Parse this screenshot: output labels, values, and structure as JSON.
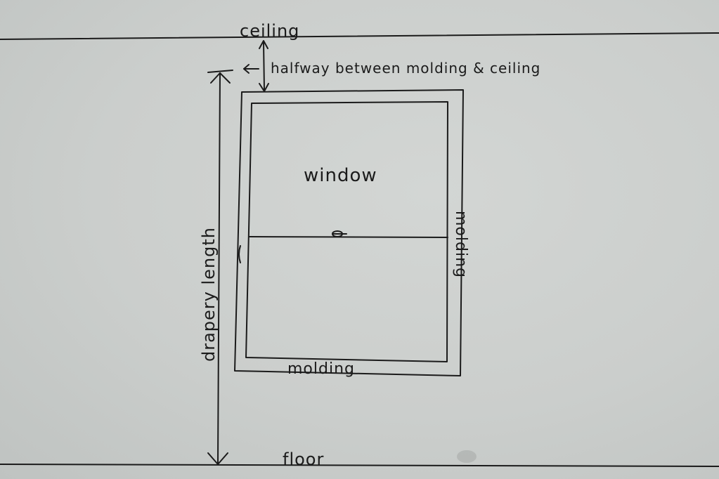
{
  "labels": {
    "ceiling": "ceiling",
    "rod_height": "halfway between molding & ceiling",
    "window": "window",
    "molding_right": "molding",
    "molding_bottom": "molding",
    "drapery_length": "drapery length",
    "floor": "floor"
  }
}
